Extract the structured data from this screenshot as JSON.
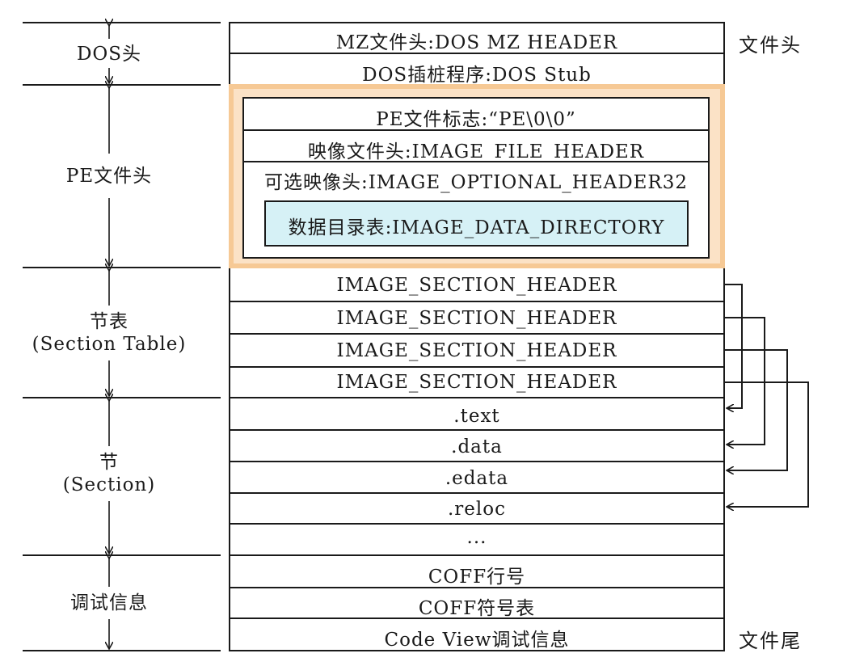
{
  "left_labels": [
    {
      "text": "DOS头"
    },
    {
      "text": "PE文件头"
    },
    {
      "text": "节表\n(Section Table)"
    },
    {
      "text": "节\n(Section)"
    },
    {
      "text": "调试信息"
    }
  ],
  "dos_rows": [
    "MZ文件头:DOS MZ HEADER",
    "DOS插桩程序:DOS Stub"
  ],
  "pe_rows": [
    "PE文件标志:“PE\\0\\0”",
    "映像文件头:IMAGE_FILE_HEADER",
    "可选映像头:IMAGE_OPTIONAL_HEADER32"
  ],
  "pe_data_directory": "数据目录表:IMAGE_DATA_DIRECTORY",
  "section_headers": [
    "IMAGE_SECTION_HEADER",
    "IMAGE_SECTION_HEADER",
    "IMAGE_SECTION_HEADER",
    "IMAGE_SECTION_HEADER"
  ],
  "sections": [
    ".text",
    ".data",
    ".edata",
    ".reloc",
    "..."
  ],
  "debug_rows": [
    "COFF行号",
    "COFF符号表",
    "Code View调试信息"
  ],
  "right_labels": {
    "file_head": "文件头",
    "file_tail": "文件尾"
  },
  "colors": {
    "pe_outer_fill": "#fbe2c6",
    "pe_outer_border": "#f6c995",
    "data_dir_fill": "#d6f1f6",
    "line": "#1a1a1a"
  }
}
